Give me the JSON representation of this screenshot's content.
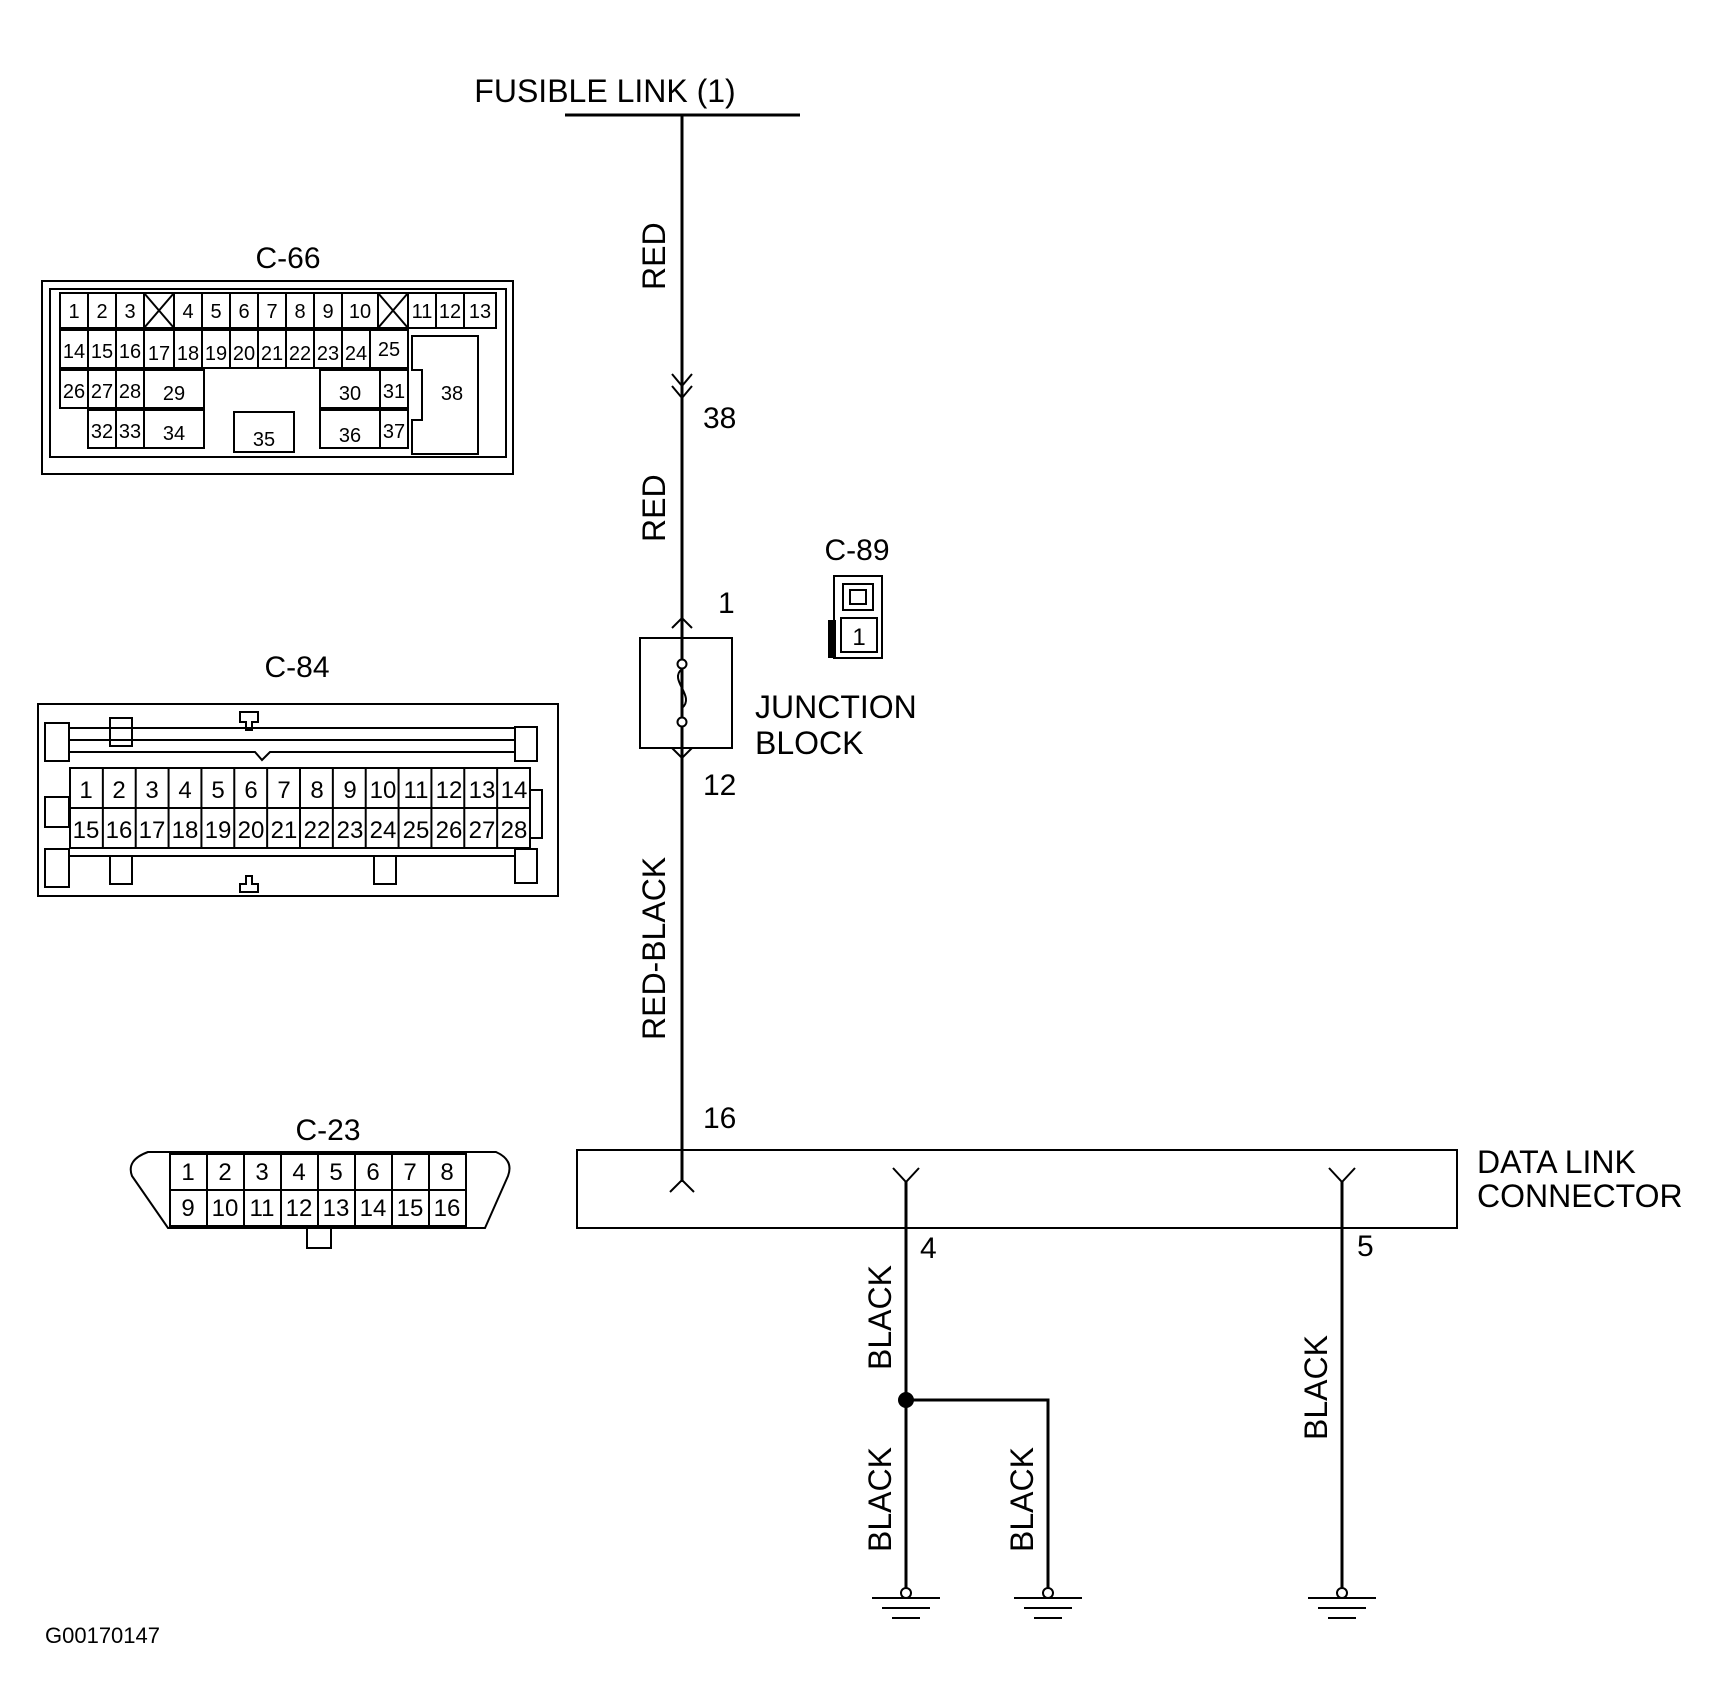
{
  "fusible_link": "FUSIBLE LINK (1)",
  "wire_colors": {
    "red_upper": "RED",
    "red_lower": "RED",
    "red_black": "RED-BLACK",
    "black_pin4": "BLACK",
    "black_ground_1": "BLACK",
    "black_ground_2": "BLACK",
    "black_pin5": "BLACK"
  },
  "pins": {
    "p38": "38",
    "p1": "1",
    "p12": "12",
    "p16": "16",
    "p4": "4",
    "p5": "5"
  },
  "junction_block": {
    "line1": "JUNCTION",
    "line2": "BLOCK"
  },
  "data_link_connector": {
    "line1": "DATA LINK",
    "line2": "CONNECTOR"
  },
  "connectors": {
    "c66": {
      "label": "C-66",
      "row1": [
        "1",
        "2",
        "3",
        "4",
        "5",
        "6",
        "7",
        "8",
        "9",
        "10",
        "11",
        "12",
        "13"
      ],
      "row2": [
        "14",
        "15",
        "16",
        "17",
        "18",
        "19",
        "20",
        "21",
        "22",
        "23",
        "24",
        "25"
      ],
      "row3": [
        "26",
        "27",
        "28",
        "29",
        "30",
        "31",
        "38"
      ],
      "row4": [
        "32",
        "33",
        "34",
        "35",
        "36",
        "37"
      ]
    },
    "c84": {
      "label": "C-84",
      "row1": [
        "1",
        "2",
        "3",
        "4",
        "5",
        "6",
        "7",
        "8",
        "9",
        "10",
        "11",
        "12",
        "13",
        "14"
      ],
      "row2": [
        "15",
        "16",
        "17",
        "18",
        "19",
        "20",
        "21",
        "22",
        "23",
        "24",
        "25",
        "26",
        "27",
        "28"
      ]
    },
    "c89": {
      "label": "C-89",
      "pin": "1"
    },
    "c23": {
      "label": "C-23",
      "row1": [
        "1",
        "2",
        "3",
        "4",
        "5",
        "6",
        "7",
        "8"
      ],
      "row2": [
        "9",
        "10",
        "11",
        "12",
        "13",
        "14",
        "15",
        "16"
      ]
    }
  },
  "figure_id": "G00170147"
}
